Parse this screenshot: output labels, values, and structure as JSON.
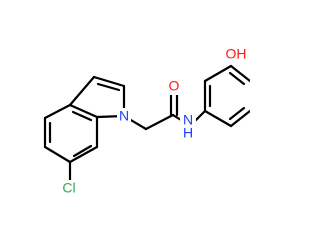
{
  "molecule": {
    "atom_labels": {
      "indole_nitrogen": "N",
      "carbonyl_oxygen": "O",
      "amide_nitrogen": "N",
      "amide_hydrogen": "H",
      "hydroxyl": "OH",
      "chlorine": "Cl"
    },
    "colors": {
      "bond": "#000000",
      "nitrogen": "#1f3fff",
      "oxygen": "#ff1a1a",
      "chlorine": "#2fa84f",
      "background": "#ffffff"
    }
  }
}
